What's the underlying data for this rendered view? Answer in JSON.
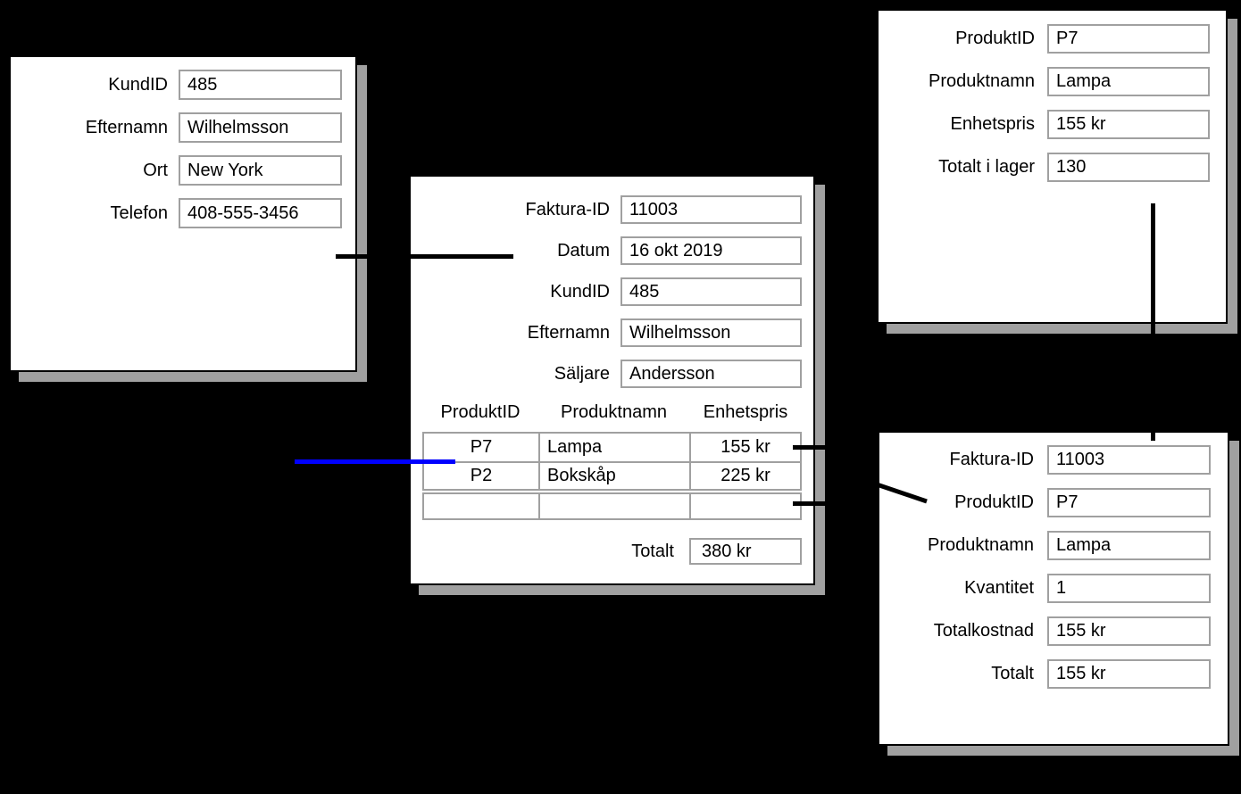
{
  "colors": {
    "background": "#000000",
    "card_background": "#ffffff",
    "card_border": "#000000",
    "card_shadow": "#a0a0a0",
    "field_border": "#a0a0a0",
    "relation_line": "#000000",
    "highlight_line": "#0000ff",
    "text": "#000000"
  },
  "cards": {
    "customer": {
      "fields": [
        {
          "label": "KundID",
          "value": "485"
        },
        {
          "label": "Efternamn",
          "value": "Wilhelmsson"
        },
        {
          "label": "Ort",
          "value": "New York"
        },
        {
          "label": "Telefon",
          "value": "408-555-3456"
        }
      ]
    },
    "invoice": {
      "fields": [
        {
          "label": "Faktura-ID",
          "value": "11003"
        },
        {
          "label": "Datum",
          "value": "16 okt 2019"
        },
        {
          "label": "KundID",
          "value": "485"
        },
        {
          "label": "Efternamn",
          "value": "Wilhelmsson"
        },
        {
          "label": "Säljare",
          "value": "Andersson"
        }
      ],
      "line_items": {
        "headers": [
          "ProduktID",
          "Produktnamn",
          "Enhetspris"
        ],
        "rows": [
          [
            "P7",
            "Lampa",
            "155 kr"
          ],
          [
            "P2",
            "Bokskåp",
            "225 kr"
          ],
          [
            "",
            "",
            ""
          ]
        ]
      },
      "total": {
        "label": "Totalt",
        "value": "380 kr"
      }
    },
    "product": {
      "fields": [
        {
          "label": "ProduktID",
          "value": "P7"
        },
        {
          "label": "Produktnamn",
          "value": "Lampa"
        },
        {
          "label": "Enhetspris",
          "value": "155 kr"
        },
        {
          "label": "Totalt i lager",
          "value": "130"
        }
      ]
    },
    "invoice_line": {
      "fields": [
        {
          "label": "Faktura-ID",
          "value": "11003"
        },
        {
          "label": "ProduktID",
          "value": "P7"
        },
        {
          "label": "Produktnamn",
          "value": "Lampa"
        },
        {
          "label": "Kvantitet",
          "value": "1"
        },
        {
          "label": "Totalkostnad",
          "value": "155 kr"
        },
        {
          "label": "Totalt",
          "value": "155 kr"
        }
      ]
    }
  }
}
